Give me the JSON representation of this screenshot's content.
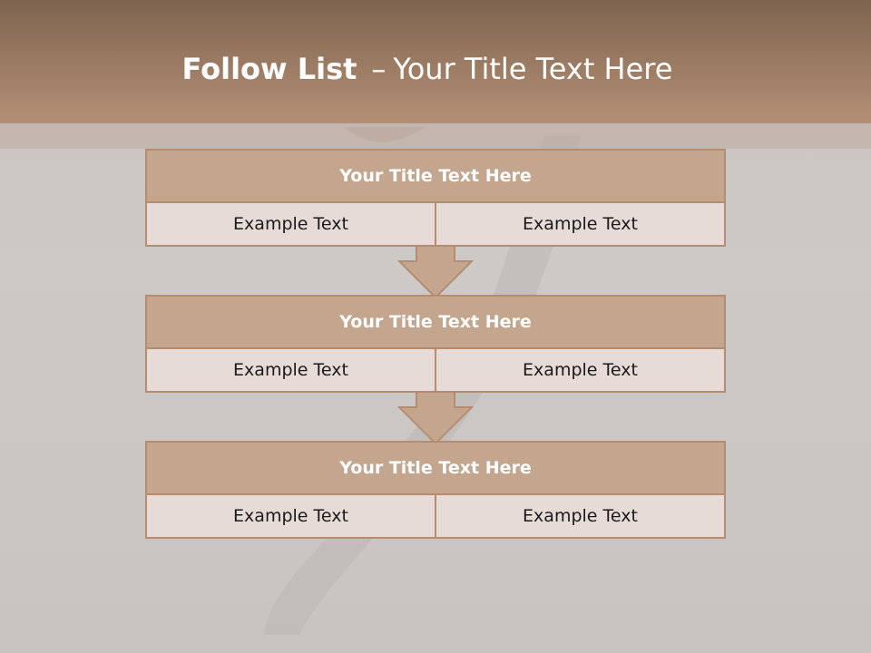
{
  "slide": {
    "title_bold": "Follow List",
    "title_sep": "–",
    "title_rest": "Your Title Text Here"
  },
  "steps": [
    {
      "title": "Your Title Text Here",
      "cells": [
        "Example Text",
        "Example Text"
      ]
    },
    {
      "title": "Your Title Text Here",
      "cells": [
        "Example Text",
        "Example Text"
      ]
    },
    {
      "title": "Your Title Text Here",
      "cells": [
        "Example Text",
        "Example Text"
      ]
    }
  ],
  "colors": {
    "header": "#9a7a62",
    "box_head": "#c4a68e",
    "box_border": "#b58c70",
    "box_body": "#e6dbd6",
    "arrow": "#c4a68e"
  }
}
